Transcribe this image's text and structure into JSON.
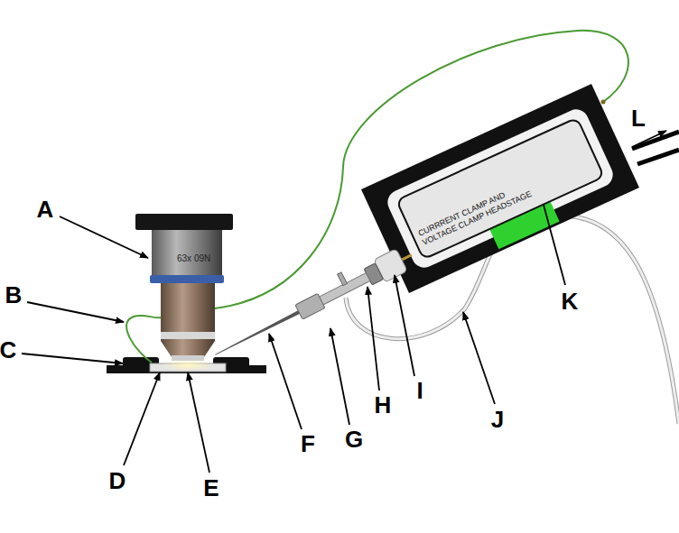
{
  "diagram": {
    "nodes": [
      {
        "text": [
          "CURRRENT CLAMP AND VOLTAGE CLAMP HEADSTAGE"
        ]
      }
    ],
    "labels": [
      "A",
      "B",
      "C",
      "D",
      "E",
      "F",
      "G",
      "H",
      "I",
      "J",
      "K",
      "L",
      "63x 09N"
    ]
  }
}
